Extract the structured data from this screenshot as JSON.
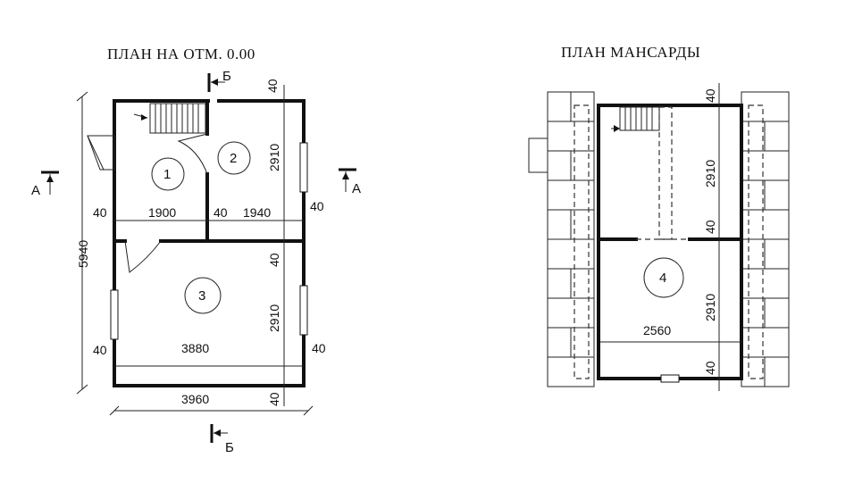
{
  "titles": {
    "ground": "ПЛАН НА ОТМ. 0.00",
    "attic": "ПЛАН МАНСАРДЫ"
  },
  "section_marks": {
    "b_top": "Б",
    "b_bottom": "Б",
    "a_left": "А",
    "a_right": "А"
  },
  "ground_dims": {
    "d_40_top": "40",
    "d_2910_upper": "2910",
    "d_40_left_upper": "40",
    "d_1900": "1900",
    "d_40_mid": "40",
    "d_1940": "1940",
    "d_40_right_upper": "40",
    "d_5940": "5940",
    "d_40_right_mid": "40",
    "d_2910_lower": "2910",
    "d_40_left_lower": "40",
    "d_3880": "3880",
    "d_40_right_lower": "40",
    "d_3960": "3960",
    "d_40_bottom": "40"
  },
  "ground_rooms": {
    "r1": "1",
    "r2": "2",
    "r3": "3"
  },
  "attic_dims": {
    "d_40_top": "40",
    "d_2910_upper": "2910",
    "d_40_mid": "40",
    "d_2910_lower": "2910",
    "d_2560": "2560",
    "d_40_bottom": "40"
  },
  "attic_rooms": {
    "r4": "4"
  }
}
